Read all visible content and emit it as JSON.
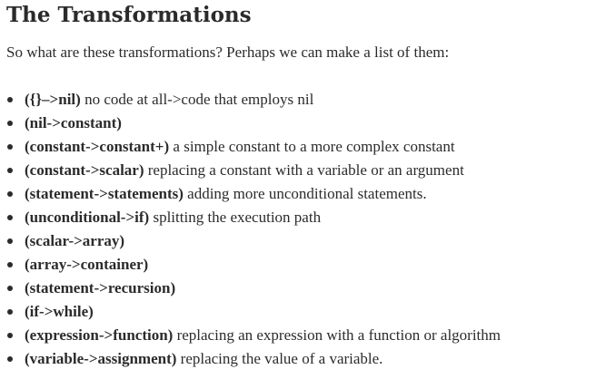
{
  "article": {
    "title": "The Transformations",
    "intro": "So what are these transformations? Perhaps we can make a list of them:",
    "items": [
      {
        "term": "({}–>nil)",
        "desc": " no code at all->code that employs nil"
      },
      {
        "term": "(nil->constant)",
        "desc": ""
      },
      {
        "term": "(constant->constant+)",
        "desc": " a simple constant to a more complex constant"
      },
      {
        "term": "(constant->scalar)",
        "desc": " replacing a constant with a variable or an argument"
      },
      {
        "term": "(statement->statements)",
        "desc": " adding more unconditional statements."
      },
      {
        "term": "(unconditional->if)",
        "desc": " splitting the execution path"
      },
      {
        "term": "(scalar->array)",
        "desc": ""
      },
      {
        "term": "(array->container)",
        "desc": ""
      },
      {
        "term": "(statement->recursion)",
        "desc": ""
      },
      {
        "term": "(if->while)",
        "desc": ""
      },
      {
        "term": "(expression->function)",
        "desc": " replacing an expression with a function or algorithm"
      },
      {
        "term": "(variable->assignment)",
        "desc": " replacing the value of a variable."
      }
    ]
  }
}
